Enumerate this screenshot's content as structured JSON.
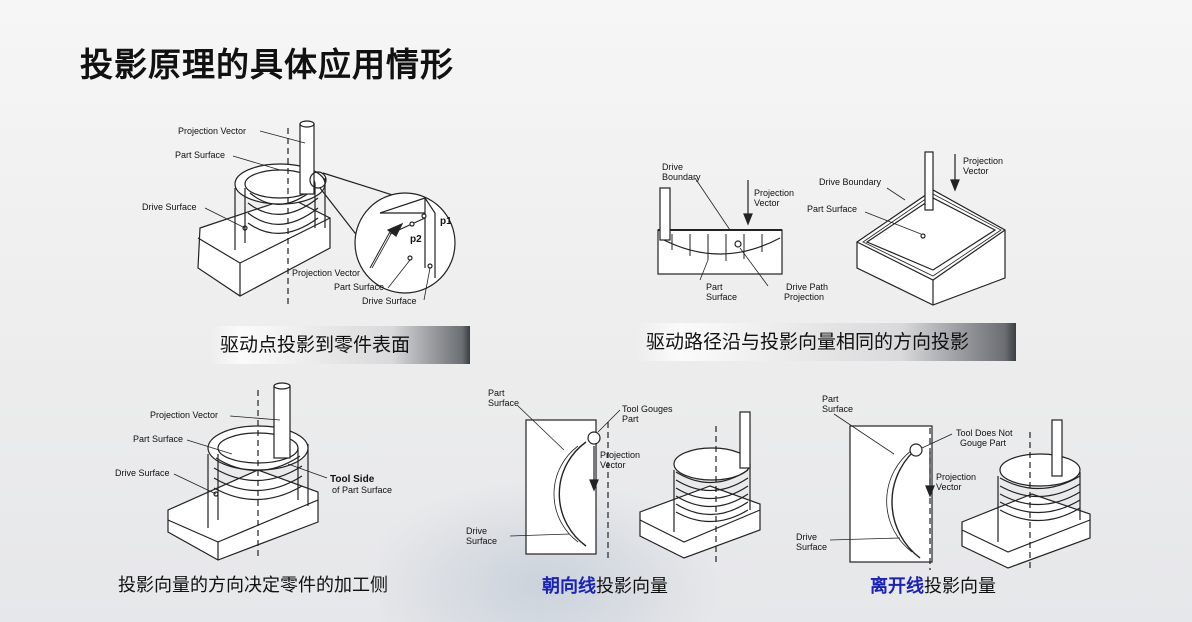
{
  "title": "投影原理的具体应用情形",
  "figures": {
    "fig1": {
      "projection_vector": "Projection Vector",
      "part_surface": "Part Surface",
      "drive_surface": "Drive Surface",
      "detail_p1": "p1",
      "detail_p2": "p2",
      "detail_projection_vector": "Projection  Vector",
      "detail_part_surface": "Part Surface",
      "detail_drive_surface": "Drive Surface"
    },
    "fig2": {
      "drive_boundary_1": "Drive",
      "drive_boundary_2": "Boundary",
      "projection_vector_1": "Projection",
      "projection_vector_2": "Vector",
      "part_surface_1": "Part",
      "part_surface_2": "Surface",
      "drive_path_1": "Drive Path",
      "drive_path_2": "Projection"
    },
    "fig3": {
      "projection_vector_1": "Projection",
      "projection_vector_2": "Vector",
      "drive_boundary": "Drive Boundary",
      "part_surface": "Part Surface"
    },
    "fig4": {
      "projection_vector": "Projection  Vector",
      "part_surface": "Part Surface",
      "drive_surface": "Drive Surface",
      "tool_side_1": "Tool Side",
      "tool_side_2": "of Part Surface"
    },
    "fig5": {
      "part_surface_1": "Part",
      "part_surface_2": "Surface",
      "tool_gouges_1": "Tool Gouges",
      "tool_gouges_2": "Part",
      "projection_vector_1": "Projection",
      "projection_vector_2": "Vector",
      "drive_surface_1": "Drive",
      "drive_surface_2": "Surface"
    },
    "fig6": {
      "part_surface_1": "Part",
      "part_surface_2": "Surface",
      "tool_not_gouge_1": "Tool Does Not",
      "tool_not_gouge_2": "Gouge Part",
      "projection_vector_1": "Projection",
      "projection_vector_2": "Vector",
      "drive_surface_1": "Drive",
      "drive_surface_2": "Surface"
    }
  },
  "captions": {
    "cap1": "驱动点投影到零件表面",
    "cap2": "驱动路径沿与投影向量相同的方向投影",
    "cap3": "投影向量的方向决定零件的加工侧",
    "cap4_hl": "朝向线",
    "cap4_rest": "投影向量",
    "cap5_hl": "离开线",
    "cap5_rest": "投影向量"
  },
  "colors": {
    "highlight": "#1a22b8",
    "line": "#222222"
  }
}
